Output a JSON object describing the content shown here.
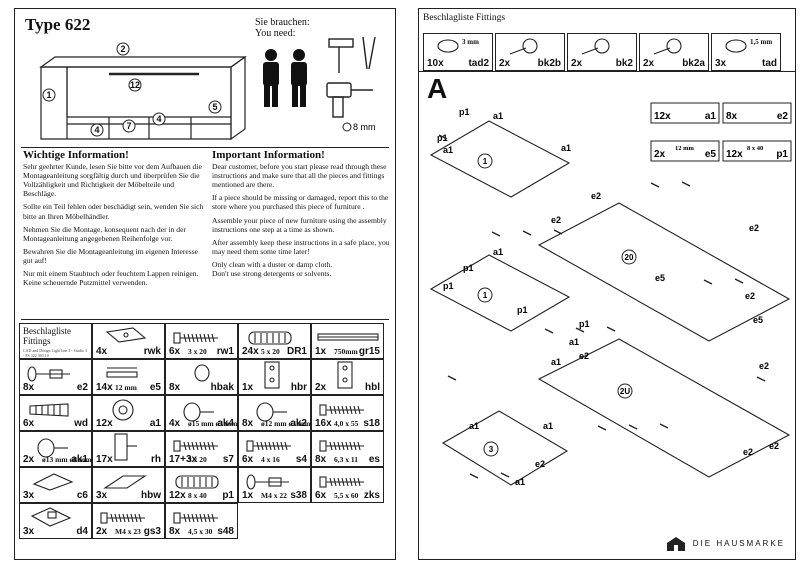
{
  "left": {
    "title": "Type 622",
    "you_need_de": "Sie brauchen:",
    "you_need_en": "You need:",
    "drill_size": "8 mm",
    "part_numbers": [
      "1",
      "2",
      "12",
      "4",
      "7",
      "4",
      "5"
    ],
    "info_de": {
      "heading": "Wichtige Information!",
      "paragraphs": [
        "Sehr geehrter Kunde, lesen Sie bitte vor dem Aufbauen die Montageanleitung sorgfältig durch und überprüfen Sie die Vollzähligkeit und Richtigkeit der Möbelteile und Beschläge.",
        "Sollte ein Teil fehlen oder beschädigt sein, wenden Sie sich bitte an Ihren Möbelhändler.",
        "Nehmen Sie die Montage, konsequent nach der in der Montageanleitung angegebenen Reihenfolge vor.",
        "Bewahren Sie die Montageanleitung im eigenen Interesse gut auf!",
        "Nur mit einem Staubtuch oder feuchtem Lappen reinigen.\nKeine scheuernde Putzmittel verwenden."
      ]
    },
    "info_en": {
      "heading": "Important Information!",
      "paragraphs": [
        "Dear customer, before you start please read through these instructions and make sure that all the pieces and fittings mentioned are there.",
        "If a piece should be missing or damaged, report this to the store where you purchased this piece of furniture .",
        "Assemble your piece of new furniture using the assembly instructions one step at a time as shown.",
        "After assembly keep these instructions in a safe place, you may need them some time later!",
        "Only clean with a duster or damp cloth.\nDon't use strong detergents or solvents."
      ]
    },
    "fittings_heading": "Beschlagliste Fittings",
    "fittings_note": "CAD and Design Light line 3 - Studio 3 - FS 322 303.10",
    "fittings": [
      {
        "qty": "4x",
        "code": "rwk",
        "label": "",
        "icon": "plate-icon"
      },
      {
        "qty": "6x",
        "code": "rw1",
        "label": "3 x 20",
        "icon": "screw-icon"
      },
      {
        "qty": "24x",
        "code": "DR1",
        "label": "5 x 20",
        "icon": "dowel-icon"
      },
      {
        "qty": "1x",
        "code": "gr15",
        "label": "750mm",
        "icon": "rail-icon"
      },
      {
        "qty": "8x",
        "code": "e2",
        "label": "",
        "icon": "bolt-icon"
      },
      {
        "qty": "14x",
        "code": "e5",
        "label": "12 mm",
        "icon": "cam-icon"
      },
      {
        "qty": "8x",
        "code": "hbak",
        "label": "",
        "icon": "cap-icon"
      },
      {
        "qty": "1x",
        "code": "hbr",
        "label": "",
        "icon": "hinge-bracket-icon"
      },
      {
        "qty": "2x",
        "code": "hbl",
        "label": "",
        "icon": "hinge-bracket-icon"
      },
      {
        "qty": "6x",
        "code": "wd",
        "label": "",
        "icon": "wall-plug-icon"
      },
      {
        "qty": "12x",
        "code": "a1",
        "label": "",
        "icon": "cam-lock-icon"
      },
      {
        "qty": "4x",
        "code": "ak4",
        "label": "ø15 mm  ø3 mm",
        "icon": "knob-icon"
      },
      {
        "qty": "8x",
        "code": "ak2",
        "label": "ø12 mm  ø3 mm",
        "icon": "knob-icon"
      },
      {
        "qty": "16x",
        "code": "s18",
        "label": "4,0 x 55",
        "icon": "screw-icon"
      },
      {
        "qty": "2x",
        "code": "ak1",
        "label": "ø13 mm  ø8 mm",
        "icon": "knob-icon"
      },
      {
        "qty": "17x",
        "code": "rh",
        "label": "",
        "icon": "hook-icon"
      },
      {
        "qty": "17+3x",
        "code": "s7",
        "label": "3 x 20",
        "icon": "screw-icon"
      },
      {
        "qty": "6x",
        "code": "s4",
        "label": "4 x 16",
        "icon": "screw-icon"
      },
      {
        "qty": "8x",
        "code": "es",
        "label": "6,3 x 11",
        "icon": "screw-icon"
      },
      {
        "qty": "3x",
        "code": "c6",
        "label": "",
        "icon": "clip-icon"
      },
      {
        "qty": "3x",
        "code": "hbw",
        "label": "",
        "icon": "bracket-icon"
      },
      {
        "qty": "12x",
        "code": "p1",
        "label": "8 x 40",
        "icon": "dowel-icon"
      },
      {
        "qty": "1x",
        "code": "s38",
        "label": "M4 x 22",
        "icon": "bolt-icon"
      },
      {
        "qty": "6x",
        "code": "zks",
        "label": "5,5 x 60",
        "icon": "screw-icon"
      },
      {
        "qty": "3x",
        "code": "d4",
        "label": "",
        "icon": "damper-icon"
      },
      {
        "qty": "2x",
        "code": "gs3",
        "label": "M4 x 23",
        "icon": "screw-icon"
      },
      {
        "qty": "8x",
        "code": "s48",
        "label": "4,5 x 30",
        "icon": "screw-icon"
      }
    ]
  },
  "right": {
    "fittings_heading": "Beschlagliste Fittings",
    "fittings_top": [
      {
        "qty": "10x",
        "code": "tad2",
        "label": "3 mm"
      },
      {
        "qty": "2x",
        "code": "bk2b",
        "label": ""
      },
      {
        "qty": "2x",
        "code": "bk2",
        "label": ""
      },
      {
        "qty": "2x",
        "code": "bk2a",
        "label": ""
      },
      {
        "qty": "3x",
        "code": "tad",
        "label": "1,5 mm"
      }
    ],
    "step_label": "A",
    "step_fittings": [
      {
        "qty": "12x",
        "code": "a1"
      },
      {
        "qty": "8x",
        "code": "e2"
      },
      {
        "qty": "2x",
        "code": "e5",
        "label": "12 mm"
      },
      {
        "qty": "12x",
        "code": "p1",
        "label": "8 x 40"
      }
    ],
    "callouts": [
      "a1",
      "p1",
      "a1",
      "p1",
      "a1",
      "e2",
      "e2",
      "e2",
      "e5",
      "e2",
      "e5",
      "p1",
      "a1",
      "p1",
      "p1",
      "a1",
      "p1",
      "a1",
      "e2",
      "e2",
      "e2",
      "a1",
      "a1",
      "a1",
      "e2",
      "e2"
    ],
    "panel_numbers": [
      "1",
      "20",
      "1",
      "2U",
      "3"
    ],
    "brand": "DIE HAUSMARKE"
  }
}
